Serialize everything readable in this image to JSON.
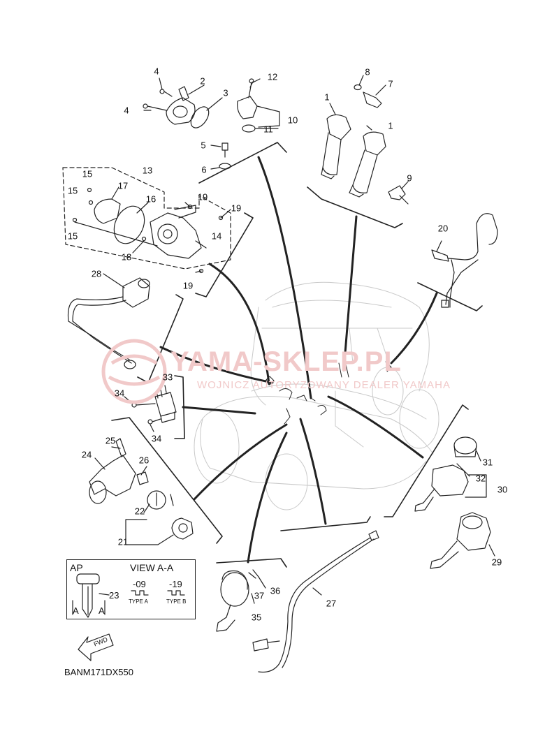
{
  "watermark": {
    "title": "YAMA-SKLEP.PL",
    "subtitle": "WOJNICZ AUTORYZOWANY DEALER YAMAHA",
    "color": "#f1c9c9"
  },
  "diagram_code": "BANM171DX550",
  "view_box": {
    "left_label": "AP",
    "title": "VIEW A-A",
    "col1": "-09",
    "col2": "-19",
    "type_a": "TYPE A",
    "type_b": "TYPE B",
    "section_a_left": "A",
    "section_a_right": "A",
    "callout": "23"
  },
  "fwd_label": "FWD",
  "callouts": [
    {
      "id": "c4a",
      "text": "4"
    },
    {
      "id": "c2",
      "text": "2"
    },
    {
      "id": "c3",
      "text": "3"
    },
    {
      "id": "c4b",
      "text": "4"
    },
    {
      "id": "c12",
      "text": "12"
    },
    {
      "id": "c10",
      "text": "10"
    },
    {
      "id": "c11",
      "text": "11"
    },
    {
      "id": "c5",
      "text": "5"
    },
    {
      "id": "c6",
      "text": "6"
    },
    {
      "id": "c8",
      "text": "8"
    },
    {
      "id": "c7",
      "text": "7"
    },
    {
      "id": "c1a",
      "text": "1"
    },
    {
      "id": "c1b",
      "text": "1"
    },
    {
      "id": "c9",
      "text": "9"
    },
    {
      "id": "c13",
      "text": "13"
    },
    {
      "id": "c15a",
      "text": "15"
    },
    {
      "id": "c15b",
      "text": "15"
    },
    {
      "id": "c15c",
      "text": "15"
    },
    {
      "id": "c17",
      "text": "17"
    },
    {
      "id": "c16",
      "text": "16"
    },
    {
      "id": "c19a",
      "text": "19"
    },
    {
      "id": "c19b",
      "text": "19"
    },
    {
      "id": "c19c",
      "text": "19"
    },
    {
      "id": "c14",
      "text": "14"
    },
    {
      "id": "c18",
      "text": "18"
    },
    {
      "id": "c20",
      "text": "20"
    },
    {
      "id": "c28",
      "text": "28"
    },
    {
      "id": "c33",
      "text": "33"
    },
    {
      "id": "c34a",
      "text": "34"
    },
    {
      "id": "c34b",
      "text": "34"
    },
    {
      "id": "c25",
      "text": "25"
    },
    {
      "id": "c24",
      "text": "24"
    },
    {
      "id": "c26",
      "text": "26"
    },
    {
      "id": "c22",
      "text": "22"
    },
    {
      "id": "c21",
      "text": "21"
    },
    {
      "id": "c31",
      "text": "31"
    },
    {
      "id": "c32",
      "text": "32"
    },
    {
      "id": "c30",
      "text": "30"
    },
    {
      "id": "c29",
      "text": "29"
    },
    {
      "id": "c37",
      "text": "37"
    },
    {
      "id": "c36",
      "text": "36"
    },
    {
      "id": "c35",
      "text": "35"
    },
    {
      "id": "c27",
      "text": "27"
    }
  ]
}
